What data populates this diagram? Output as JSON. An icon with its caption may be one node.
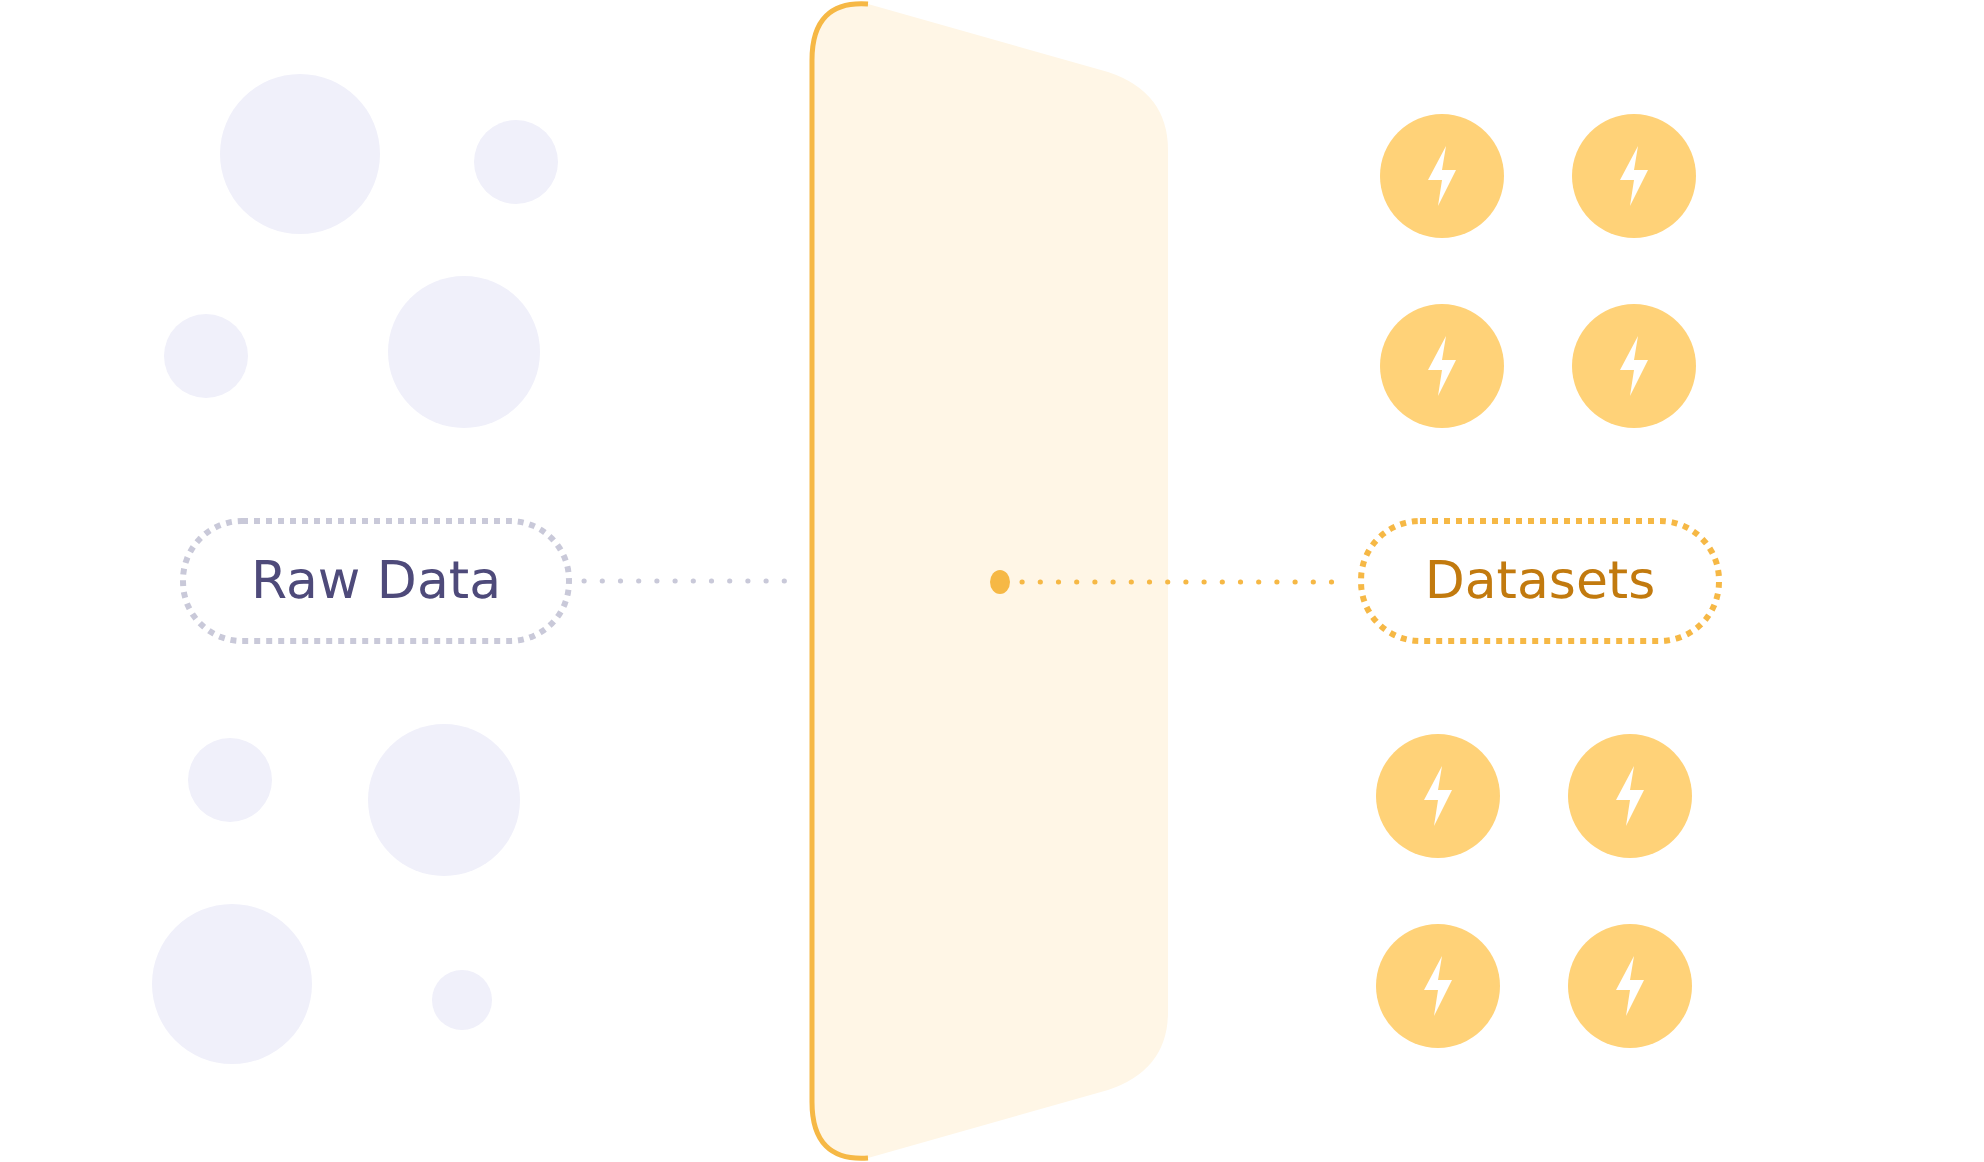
{
  "diagram": {
    "nodes": [
      {
        "text": [
          "Raw Data"
        ]
      },
      {
        "text": [],
        "shape": "box"
      },
      {
        "text": [],
        "shape": "circle",
        "in": 1
      },
      {
        "text": [
          "Datasets"
        ]
      }
    ],
    "edges": [
      {
        "from": 0,
        "to": 1,
        "arrow": "none",
        "style": "dashed",
        "color": "#c9c9d9"
      },
      {
        "from": 2,
        "to": 3,
        "arrow": "none",
        "style": "dashed",
        "color": "#f6b845"
      }
    ]
  }
}
